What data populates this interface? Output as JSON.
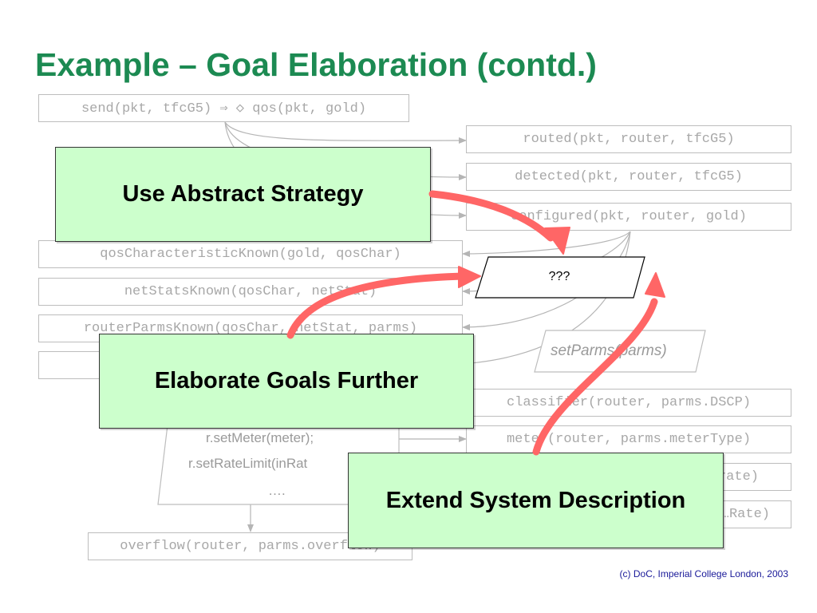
{
  "slide": {
    "title": "Example – Goal Elaboration (contd.)",
    "footer": "(c) DoC, Imperial College London, 2003"
  },
  "top_goal": "send(pkt, tfcG5) ⇒ ◇ qos(pkt, gold)",
  "left_goals": [
    "qosCharacteristicKnown(gold, qosChar)",
    "netStatsKnown(qosChar, netStat)",
    "routerParmsKnown(qosChar, netStat, parms)"
  ],
  "right_goals_top": [
    "routed(pkt, router, tfcG5)",
    "detected(pkt, router, tfcG5)",
    "configured(pkt, router, gold)"
  ],
  "right_goals_bottom": [
    "classifier(router, parms.DSCP)",
    "meter(router, parms.meterType)",
    "…rate)",
    "…Rate)"
  ],
  "unknown_goal": "???",
  "operation": "setParms(parms)",
  "impl_lines": [
    "r.setMeter(meter);",
    "r.setRateLimit(inRat",
    "…."
  ],
  "bottom_goal": "overflow(router, parms.overflow)",
  "callouts": {
    "abstract_strategy": "Use Abstract Strategy",
    "elaborate_goals": "Elaborate Goals Further",
    "extend_system": "Extend System Description"
  },
  "colors": {
    "title": "#1c8a52",
    "callout_fill": "#ccffcc",
    "arrow": "#ff6666",
    "faded": "#a8a8a8",
    "footer": "#1a1a99"
  }
}
